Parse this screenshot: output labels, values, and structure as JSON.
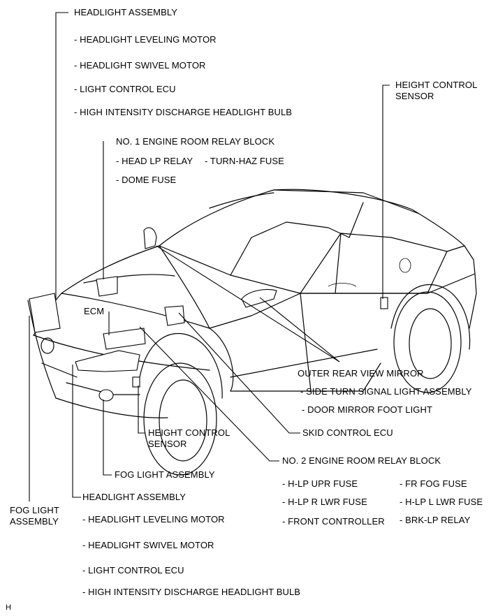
{
  "labels": {
    "top_headlight_assembly": "HEADLIGHT ASSEMBLY",
    "top_leveling_motor": "- HEADLIGHT LEVELING MOTOR",
    "top_swivel_motor": "- HEADLIGHT SWIVEL MOTOR",
    "top_light_control_ecu": "- LIGHT CONTROL ECU",
    "top_hid_bulb": "- HIGH INTENSITY DISCHARGE HEADLIGHT BULB",
    "relay_block_1": "NO. 1 ENGINE ROOM RELAY BLOCK",
    "head_lp_relay": "- HEAD LP RELAY",
    "turn_haz_fuse": "- TURN-HAZ FUSE",
    "dome_fuse": "- DOME FUSE",
    "height_control_sensor_rear": "HEIGHT CONTROL\nSENSOR",
    "ecm": "ECM",
    "outer_rear_view_mirror": "OUTER REAR VIEW MIRROR",
    "side_turn_signal": "- SIDE TURN SIGNAL LIGHT ASSEMBLY",
    "door_mirror_foot_light": "- DOOR MIRROR FOOT LIGHT",
    "skid_control_ecu": "SKID CONTROL ECU",
    "height_control_sensor_front": "HEIGHT CONTROL\nSENSOR",
    "relay_block_2": "NO. 2 ENGINE ROOM RELAY BLOCK",
    "fog_light_assembly_right": "FOG LIGHT ASSEMBLY",
    "h_lp_upr_fuse": "- H-LP UPR FUSE",
    "fr_fog_fuse": "- FR FOG FUSE",
    "h_lp_r_lwr_fuse": "- H-LP R LWR FUSE",
    "h_lp_l_lwr_fuse": "- H-LP L LWR FUSE",
    "front_controller": "- FRONT CONTROLLER",
    "brk_lp_relay": "- BRK-LP RELAY",
    "fog_light_assembly_left": "FOG LIGHT\nASSEMBLY",
    "bottom_headlight_assembly": "HEADLIGHT ASSEMBLY",
    "bottom_leveling_motor": "- HEADLIGHT LEVELING MOTOR",
    "bottom_swivel_motor": "- HEADLIGHT SWIVEL MOTOR",
    "bottom_light_control_ecu": "- LIGHT CONTROL ECU",
    "bottom_hid_bulb": "- HIGH INTENSITY DISCHARGE HEADLIGHT BULB",
    "corner_mark": "H"
  }
}
